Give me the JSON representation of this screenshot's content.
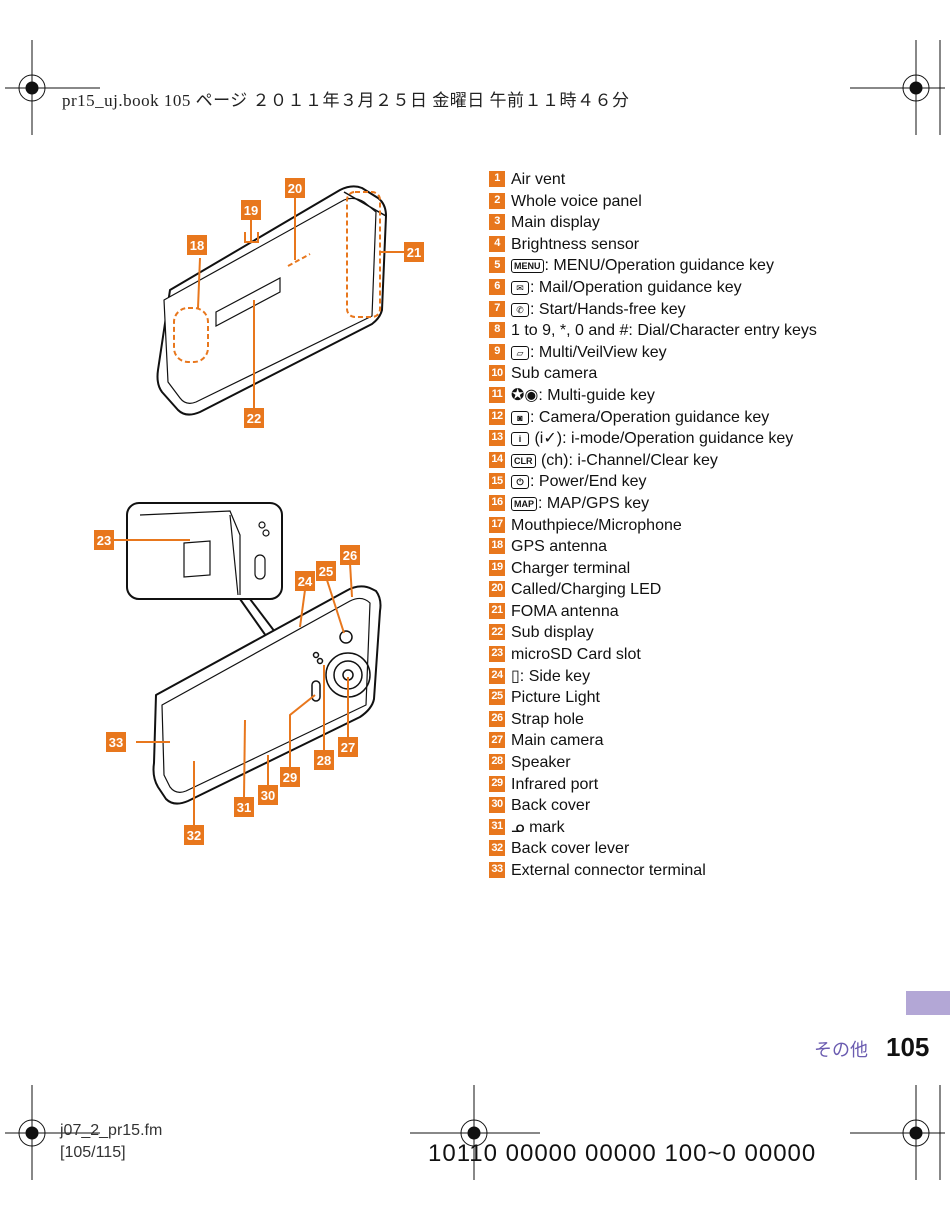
{
  "header": {
    "text": "pr15_uj.book  105 ページ  ２０１１年３月２５日  金曜日  午前１１時４６分"
  },
  "callouts_top": [
    "18",
    "19",
    "20",
    "21",
    "22"
  ],
  "callouts_bottom": [
    "23",
    "24",
    "25",
    "26",
    "27",
    "28",
    "29",
    "30",
    "31",
    "32",
    "33"
  ],
  "legend": [
    {
      "num": "1",
      "text": "Air vent"
    },
    {
      "num": "2",
      "text": "Whole voice panel"
    },
    {
      "num": "3",
      "text": "Main display"
    },
    {
      "num": "4",
      "text": "Brightness sensor"
    },
    {
      "num": "5",
      "key": "MENU",
      "text": ": MENU/Operation guidance key"
    },
    {
      "num": "6",
      "key": "✉",
      "text": ": Mail/Operation guidance key"
    },
    {
      "num": "7",
      "key": "✆",
      "text": ": Start/Hands-free key"
    },
    {
      "num": "8",
      "text": "1 to 9, *, 0 and #: Dial/Character entry keys"
    },
    {
      "num": "9",
      "key": "▱",
      "text": ": Multi/VeilView key"
    },
    {
      "num": "10",
      "text": "Sub camera"
    },
    {
      "num": "11",
      "text": "✪◉: Multi-guide key"
    },
    {
      "num": "12",
      "key": "◙",
      "text": ": Camera/Operation guidance key"
    },
    {
      "num": "13",
      "key": "i",
      "text": " (i✓): i-mode/Operation guidance key"
    },
    {
      "num": "14",
      "key": "CLR",
      "text": " (ch): i-Channel/Clear key"
    },
    {
      "num": "15",
      "key": "⏻",
      "text": ": Power/End key"
    },
    {
      "num": "16",
      "key": "MAP",
      "text": ": MAP/GPS key"
    },
    {
      "num": "17",
      "text": "Mouthpiece/Microphone"
    },
    {
      "num": "18",
      "text": "GPS antenna"
    },
    {
      "num": "19",
      "text": "Charger terminal"
    },
    {
      "num": "20",
      "text": "Called/Charging LED"
    },
    {
      "num": "21",
      "text": "FOMA antenna"
    },
    {
      "num": "22",
      "text": "Sub display"
    },
    {
      "num": "23",
      "text": "microSD Card slot"
    },
    {
      "num": "24",
      "text": "▯: Side key"
    },
    {
      "num": "25",
      "text": "Picture Light"
    },
    {
      "num": "26",
      "text": "Strap hole"
    },
    {
      "num": "27",
      "text": "Main camera"
    },
    {
      "num": "28",
      "text": "Speaker"
    },
    {
      "num": "29",
      "text": "Infrared port"
    },
    {
      "num": "30",
      "text": "Back cover"
    },
    {
      "num": "31",
      "text": "ᓄ mark"
    },
    {
      "num": "32",
      "text": "Back cover lever"
    },
    {
      "num": "33",
      "text": "External connector terminal"
    }
  ],
  "section": {
    "label": "その他",
    "page_number": "105"
  },
  "footer": {
    "file": "j07_2_pr15.fm",
    "pages": "[105/115]",
    "code": "10110 00000 00000 100~0 00000"
  },
  "colors": {
    "callout": "#e8771d",
    "section_tab": "#b3a7d6",
    "section_text": "#6a5bb0"
  }
}
